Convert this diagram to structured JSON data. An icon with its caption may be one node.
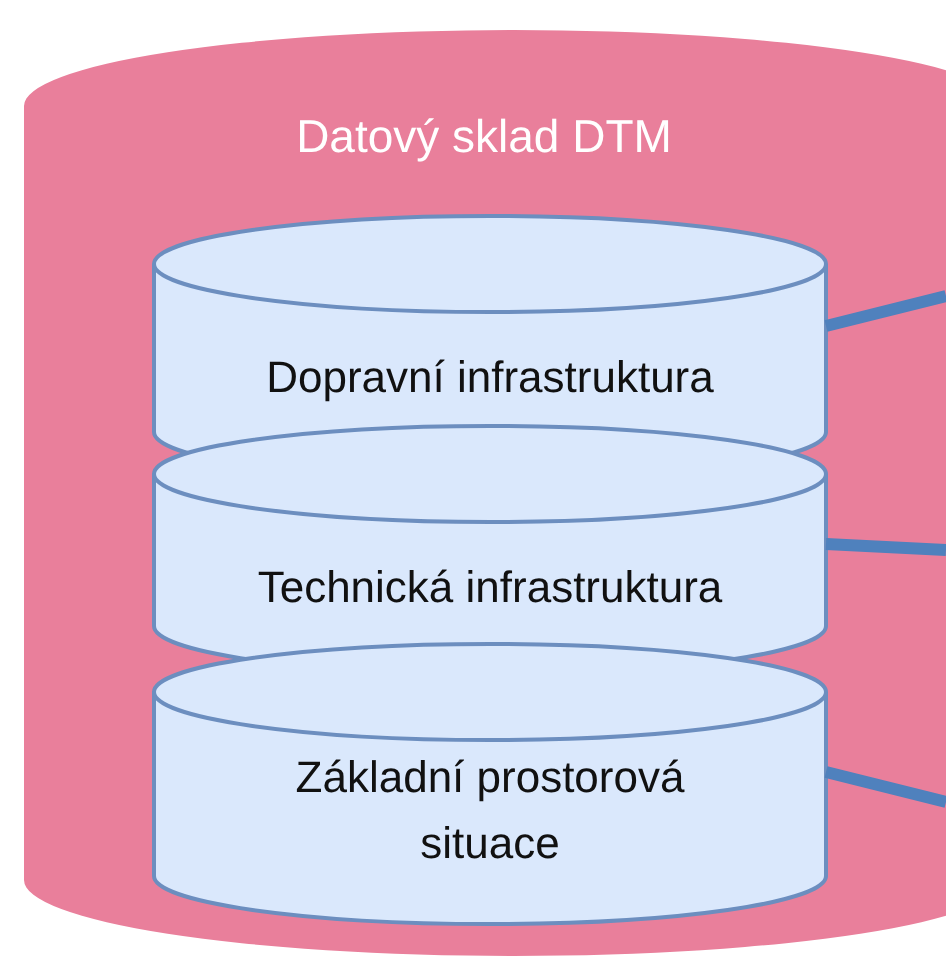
{
  "diagram": {
    "nodes": [
      {
        "text": [
          "Datový sklad DTM"
        ]
      },
      {
        "text": [
          "Dopravní infrastruktura"
        ],
        "in": 0
      },
      {
        "text": [
          "Technická infrastruktura"
        ],
        "in": 0
      },
      {
        "text": [
          "Základní prostorová situace"
        ],
        "in": 0
      }
    ],
    "edges": [
      {
        "from": 1,
        "to": null,
        "arrow": "none"
      },
      {
        "from": 2,
        "to": null,
        "arrow": "none"
      },
      {
        "from": 3,
        "to": null,
        "arrow": "none"
      }
    ]
  }
}
